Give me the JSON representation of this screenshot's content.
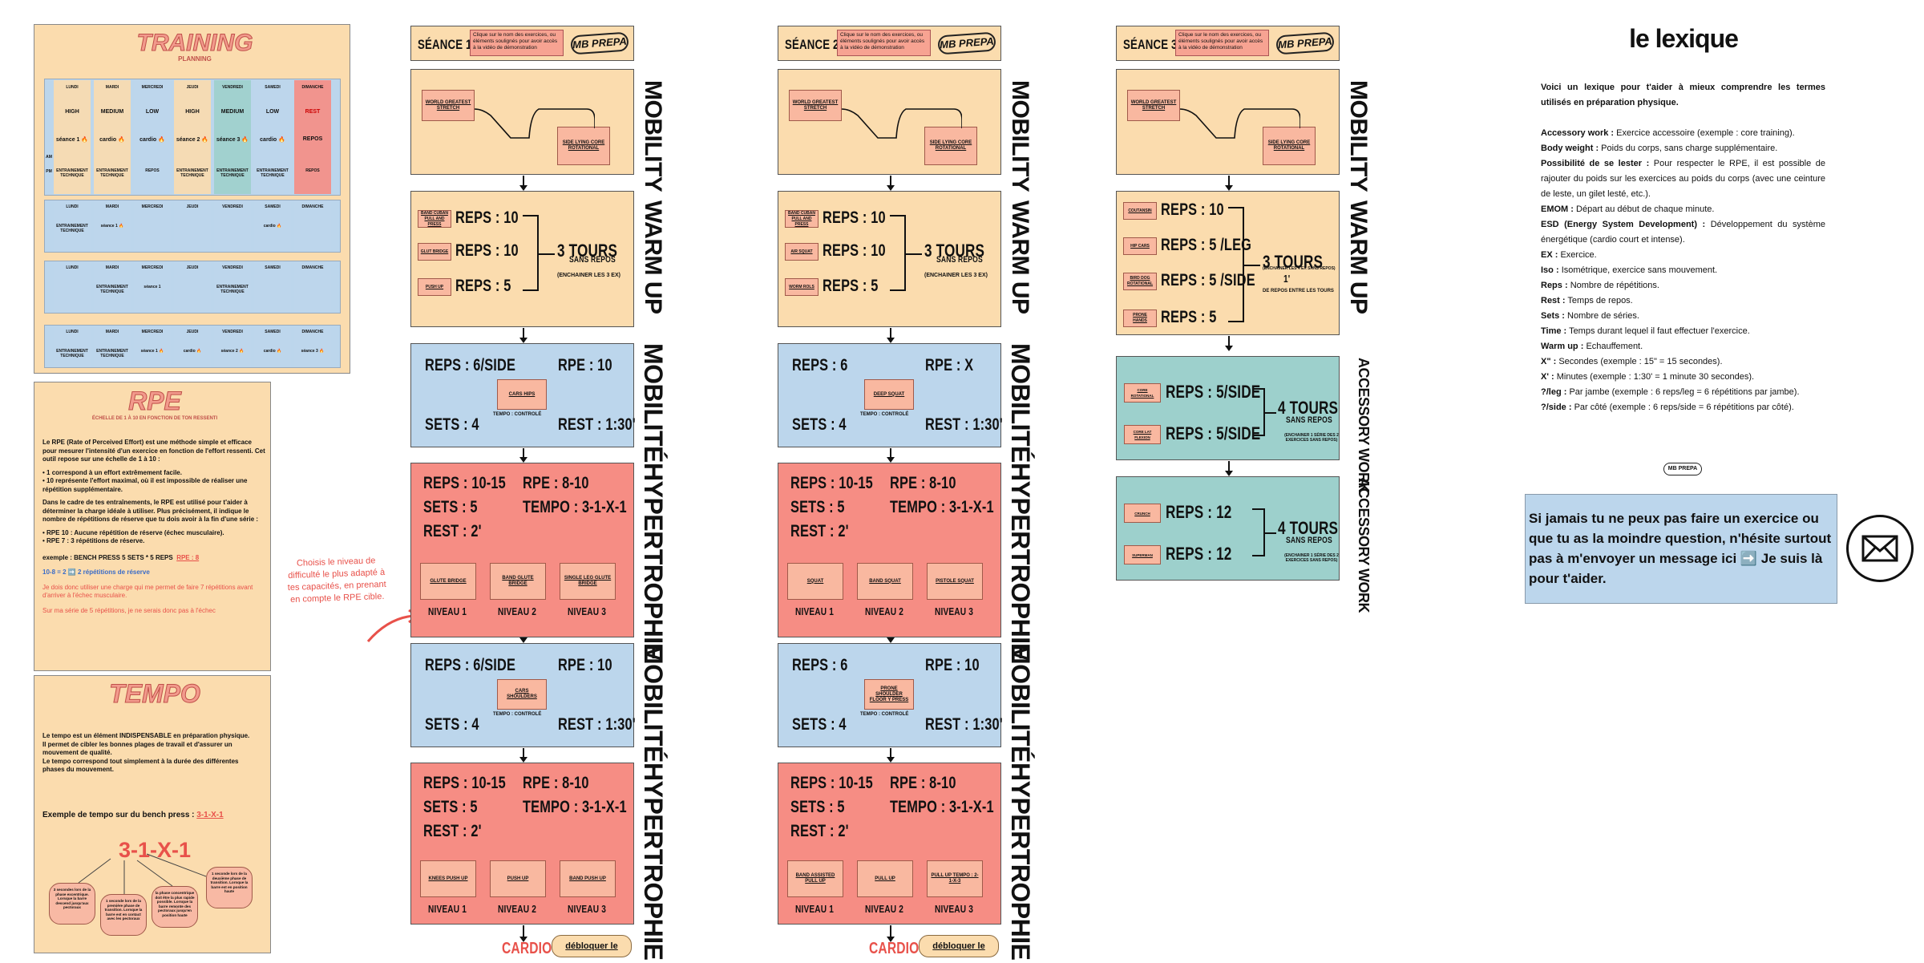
{
  "training": {
    "title": "TRAINING",
    "subtitle": "PLANNING",
    "days": [
      "LUNDI",
      "MARDI",
      "MERCREDI",
      "JEUDI",
      "VENDREDI",
      "SAMEDI",
      "DIMANCHE"
    ],
    "intensity": [
      "HIGH",
      "MEDIUM",
      "LOW",
      "HIGH",
      "MEDIUM",
      "LOW",
      "REST"
    ],
    "row_am_label": "AM",
    "row_pm_label": "PM",
    "am": [
      "séance 1 🔥",
      "cardio 🔥",
      "cardio 🔥",
      "séance 2 🔥",
      "séance 3 🔥",
      "cardio 🔥",
      "REPOS"
    ],
    "pm": [
      "ENTRAINEMENT TECHNIQUE",
      "ENTRAINEMENT TECHNIQUE",
      "REPOS",
      "ENTRAINEMENT TECHNIQUE",
      "ENTRAINEMENT TECHNIQUE",
      "ENTRAINEMENT TECHNIQUE",
      "REPOS"
    ],
    "week2": [
      "ENTRAINEMENT TECHNIQUE",
      "séance 1 🔥",
      "",
      "",
      "",
      "cardio 🔥",
      ""
    ],
    "week3": [
      "",
      "ENTRAINEMENT TECHNIQUE",
      "séance 1",
      "",
      "ENTRAINEMENT TECHNIQUE",
      "",
      ""
    ],
    "week4": [
      "ENTRAINEMENT TECHNIQUE",
      "ENTRAINEMENT TECHNIQUE",
      "séance 1 🔥",
      "cardio 🔥",
      "séance 2 🔥",
      "cardio 🔥",
      "séance 3 🔥"
    ]
  },
  "rpe": {
    "title": "RPE",
    "subtitle": "ÉCHELLE DE 1 À 10 EN FONCTION DE TON RESSENTI",
    "p1": "Le RPE (Rate of Perceived Effort) est une méthode simple et efficace pour mesurer l'intensité d'un exercice en fonction de l'effort ressenti. Cet outil repose sur une échelle de 1 à 10 :",
    "b1": "• 1 correspond à un effort extrêmement facile.",
    "b2": "• 10 représente l'effort maximal, où il est impossible de réaliser une répétition supplémentaire.",
    "p2": "Dans le cadre de tes entraînements, le RPE est utilisé pour t'aider à déterminer la charge idéale à utiliser. Plus précisément, il indique le nombre de répétitions de réserve que tu dois avoir à la fin d'une série :",
    "b3": "• RPE 10 : Aucune répétition de réserve (échec musculaire).",
    "b4": "• RPE 7 : 3 répétitions de réserve.",
    "ex": "exemple :  BENCH PRESS   5 SETS * 5 REPS",
    "ex_rpe": "RPE : 8",
    "calc": "10-8 = 2  ➡️  2 répétitions de réserve",
    "n1": "Je dois donc utiliser une charge qui me permet de faire 7 répétitions avant d'arriver à l'échec musculaire.",
    "n2": "Sur ma série de 5 répétitions, je ne serais donc pas à l'échec"
  },
  "tempo": {
    "title": "TEMPO",
    "p1": "Le tempo est un élément INDISPENSABLE en préparation physique.",
    "p2": "Il permet de cibler les bonnes plages de travail et d'assurer un mouvement de qualité.",
    "p3": "Le tempo correspond tout simplement à la durée des différentes phases du mouvement.",
    "ex_label": "Exemple de tempo sur du bench press :",
    "ex_value": "3-1-X-1",
    "big": "3-1-X-1",
    "bubbles": [
      "3 secondes lors de la phase excentrique. Lorsque la barre descend jusqu'aux pectoraux",
      "1 seconde lors de la première phase de transition. Lorsque la barre est en contact avec les pectoraux",
      "la phase concentrique doit être la plus rapide possible. Lorsque la barre remonte des pectoraux jusqu'en position haute",
      "1 seconde lors de la deuxième phase de transition. Lorsque la barre est en position haute"
    ]
  },
  "note_left": "Choisis le niveau de difficulté le plus adapté à tes capacités, en prenant en compte le RPE cible.",
  "header_note": "Clique sur le nom des exercices, ou éléments soulignés pour avoir accès à la vidéo de démonstration",
  "brand": "MB PREPA",
  "labels": {
    "mobility": "MOBILITY",
    "warmup": "WARM UP",
    "mobilite": "MOBILITÉ",
    "hyper": "HYPERTROPHIE",
    "acc": "ACCESSORY WORK",
    "cardio": "CARDIO",
    "unlock": "débloquer le cardio",
    "tempo_ctrl": "TEMPO : CONTROLÉ",
    "niv1": "NIVEAU 1",
    "niv2": "NIVEAU 2",
    "niv3": "NIVEAU 3"
  },
  "s1": {
    "title": "SÉANCE 1",
    "mob": [
      "WORLD GREATEST STRETCH",
      "SIDE LYING CORE ROTATIONAL"
    ],
    "wu": {
      "ex": [
        "BAND CUBAN PULL AND PRESS",
        "GLUT BRIDGE",
        "PUSH UP"
      ],
      "reps": [
        "REPS : 10",
        "REPS : 10",
        "REPS : 5"
      ],
      "tours": "3 TOURS",
      "sans": "SANS REPOS",
      "ench": "(ENCHAINER LES 3 EX)"
    },
    "m1": {
      "reps": "REPS : 6/SIDE",
      "rpe": "RPE : 10",
      "ex": "CARS HIPS",
      "sets": "SETS : 4",
      "rest": "REST : 1:30'"
    },
    "h1": {
      "reps": "REPS : 10-15",
      "rpe": "RPE : 8-10",
      "sets": "SETS : 5",
      "tempo": "TEMPO : 3-1-X-1",
      "rest": "REST : 2'",
      "ex": [
        "GLUTE BRIDGE",
        "BAND GLUTE BRIDGE",
        "SINGLE LEG GLUTE BRIDGE"
      ]
    },
    "m2": {
      "reps": "REPS : 6/SIDE",
      "rpe": "RPE : 10",
      "ex": "CARS SHOULDERS",
      "sets": "SETS : 4",
      "rest": "REST : 1:30'"
    },
    "h2": {
      "reps": "REPS : 10-15",
      "rpe": "RPE : 8-10",
      "sets": "SETS : 5",
      "tempo": "TEMPO : 3-1-X-1",
      "rest": "REST : 2'",
      "ex": [
        "KNEES PUSH UP",
        "PUSH UP",
        "BAND PUSH UP"
      ]
    }
  },
  "s2": {
    "title": "SÉANCE 2",
    "mob": [
      "WORLD GREATEST STRETCH",
      "SIDE LYING CORE ROTATIONAL"
    ],
    "wu": {
      "ex": [
        "BAND CUBAN PULL AND PRESS",
        "AIR SQUAT",
        "WORM ROLS"
      ],
      "reps": [
        "REPS : 10",
        "REPS : 10",
        "REPS : 5"
      ],
      "tours": "3 TOURS",
      "sans": "SANS REPOS",
      "ench": "(ENCHAINER LES 3 EX)"
    },
    "m1": {
      "reps": "REPS : 6",
      "rpe": "RPE : X",
      "ex": "DEEP SQUAT",
      "sets": "SETS : 4",
      "rest": "REST : 1:30'"
    },
    "h1": {
      "reps": "REPS : 10-15",
      "rpe": "RPE : 8-10",
      "sets": "SETS : 5",
      "tempo": "TEMPO : 3-1-X-1",
      "rest": "REST : 2'",
      "ex": [
        "SQUAT",
        "BAND SQUAT",
        "PISTOLE SQUAT"
      ]
    },
    "m2": {
      "reps": "REPS : 6",
      "rpe": "RPE : 10",
      "ex": "PRONE SHOULDER FLOOR Y PRESS",
      "sets": "SETS : 4",
      "rest": "REST : 1:30'"
    },
    "h2": {
      "reps": "REPS : 10-15",
      "rpe": "RPE : 8-10",
      "sets": "SETS : 5",
      "tempo": "TEMPO : 3-1-X-1",
      "rest": "REST : 2'",
      "ex": [
        "BAND ASSISTED PULL UP",
        "PULL UP",
        "PULL UP TEMPO : 2-1-X-3"
      ]
    }
  },
  "s3": {
    "title": "SÉANCE 3",
    "mob": [
      "WORLD GREATEST STRETCH",
      "SIDE LYING CORE ROTATIONAL"
    ],
    "wu": {
      "ex": [
        "COUTANSIN",
        "HIP CARS",
        "BIRD DOG ROTATIONAL",
        "PRONE HANDS"
      ],
      "reps": [
        "REPS : 10",
        "REPS : 5 /LEG",
        "REPS : 5 /SIDE",
        "REPS : 5"
      ],
      "tours": "3 TOURS",
      "ench": "(ENCHAINER LES 4 EX SANS REPOS)",
      "rest": "1'",
      "rest_note": "DE REPOS ENTRE LES TOURS"
    },
    "a1": {
      "ex": [
        "CORE ROTATIONAL",
        "CORE LAT FLEXION"
      ],
      "reps": [
        "REPS : 5/SIDE",
        "REPS : 5/SIDE"
      ],
      "tours": "4 TOURS",
      "sans": "SANS REPOS",
      "note": "(ENCHAINER 1 SÉRIE DES 2 EXERCICES SANS REPOS)"
    },
    "a2": {
      "ex": [
        "CRUNCH",
        "SUPERMAN"
      ],
      "reps": [
        "REPS : 12",
        "REPS : 12"
      ],
      "tours": "4 TOURS",
      "sans": "SANS REPOS",
      "note": "(ENCHAINER 1 SÉRIE DES 2 EXERCICES SANS REPOS)"
    }
  },
  "lexique": {
    "title": "le lexique",
    "intro": "Voici un lexique pour t'aider à mieux comprendre les termes utilisés en préparation physique.",
    "entries": [
      [
        "Accessory work :",
        "Exercice accessoire (exemple : core training)."
      ],
      [
        "Body weight :",
        "Poids du corps, sans charge supplémentaire."
      ],
      [
        "Possibilité de se lester :",
        "Pour respecter le RPE, il est possible de rajouter du poids sur les exercices au poids du corps (avec une ceinture de leste, un gilet lesté, etc.)."
      ],
      [
        "EMOM :",
        "Départ au début de chaque minute."
      ],
      [
        "ESD (Energy System Development) :",
        "Développement du système énergétique (cardio court et intense)."
      ],
      [
        "EX :",
        "Exercice."
      ],
      [
        "Iso :",
        "Isométrique, exercice sans mouvement."
      ],
      [
        "Reps :",
        "Nombre de répétitions."
      ],
      [
        "Rest :",
        "Temps de repos."
      ],
      [
        "Sets :",
        "Nombre de séries."
      ],
      [
        "Time :",
        "Temps durant lequel il faut effectuer l'exercice."
      ],
      [
        "Warm up :",
        "Echauffement."
      ],
      [
        "X\" :",
        "Secondes (exemple : 15\" = 15 secondes)."
      ],
      [
        "X' :",
        "Minutes (exemple : 1:30' = 1 minute 30 secondes)."
      ],
      [
        "?/leg :",
        "Par jambe (exemple : 6 reps/leg = 6 répétitions par jambe)."
      ],
      [
        "?/side :",
        "Par côté (exemple : 6 reps/side = 6 répétitions par côté)."
      ]
    ],
    "contact": "Si jamais tu ne peux pas faire un exercice ou que tu as la moindre question, n'hésite surtout pas à m'envoyer un message ici ➡️ Je suis là pour t'aider."
  },
  "colors": {
    "peach": "#fbdcae",
    "blue": "#bcd6ec",
    "red": "#f68d84",
    "teal": "#9dd0cc",
    "accent": "#e8514a"
  }
}
